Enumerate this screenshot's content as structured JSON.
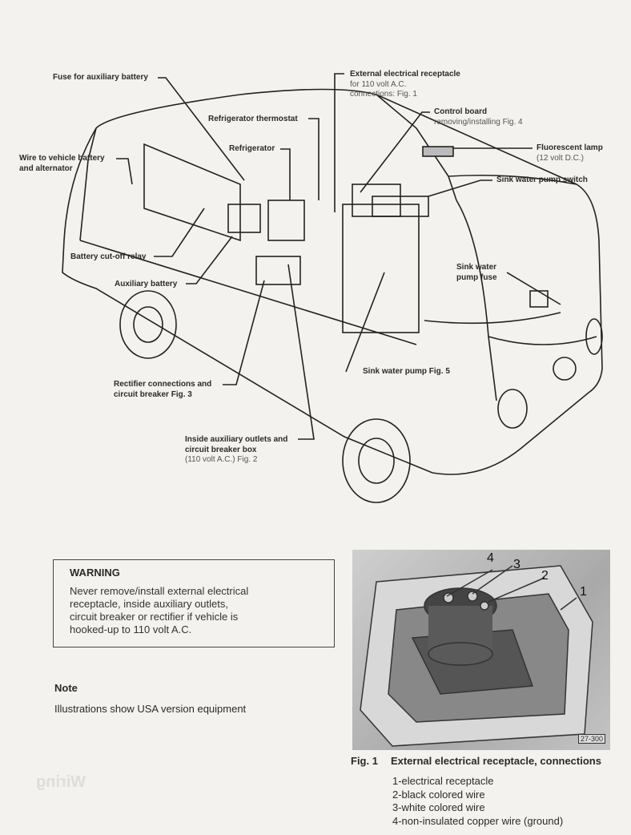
{
  "diagram_labels": {
    "fuse_aux_battery": "Fuse for auxiliary battery",
    "wire_vehicle_battery": "Wire to vehicle battery",
    "wire_vehicle_battery_2": "and alternator",
    "refrigerator_thermostat": "Refrigerator thermostat",
    "refrigerator": "Refrigerator",
    "battery_cutoff_relay": "Battery cut-off relay",
    "auxiliary_battery": "Auxiliary battery",
    "rectifier": "Rectifier connections and",
    "rectifier_2": "circuit breaker Fig. 3",
    "inside_outlets": "Inside auxiliary outlets and",
    "inside_outlets_2": "circuit breaker box",
    "inside_outlets_3": "(110 volt A.C.) Fig. 2",
    "external_receptacle": "External electrical receptacle",
    "external_receptacle_2": "for 110 volt A.C.",
    "external_receptacle_3": "connections: Fig. 1",
    "control_board": "Control board",
    "control_board_2": "removing/installing Fig. 4",
    "fluorescent_lamp": "Fluorescent lamp",
    "fluorescent_lamp_2": "(12 volt D.C.)",
    "sink_pump_switch": "Sink water pump switch",
    "sink_pump_fuse": "Sink water",
    "sink_pump_fuse_2": "pump fuse",
    "sink_pump": "Sink water pump Fig. 5"
  },
  "warning": {
    "title": "WARNING",
    "text": "Never remove/install external electrical\nreceptacle, inside auxiliary outlets,\ncircuit breaker or rectifier if vehicle is\nhooked-up to 110 volt A.C."
  },
  "note": {
    "title": "Note",
    "text": "Illustrations show USA version equipment"
  },
  "figure1": {
    "callouts": [
      "4",
      "3",
      "2",
      "1"
    ],
    "photo_id": "27-300",
    "number": "Fig. 1",
    "caption": "External electrical receptacle, connections",
    "legend": [
      "1-electrical receptacle",
      "2-black colored wire",
      "3-white colored wire",
      "4-non-insulated copper wire (ground)"
    ]
  },
  "bleed_through": "Wiring"
}
